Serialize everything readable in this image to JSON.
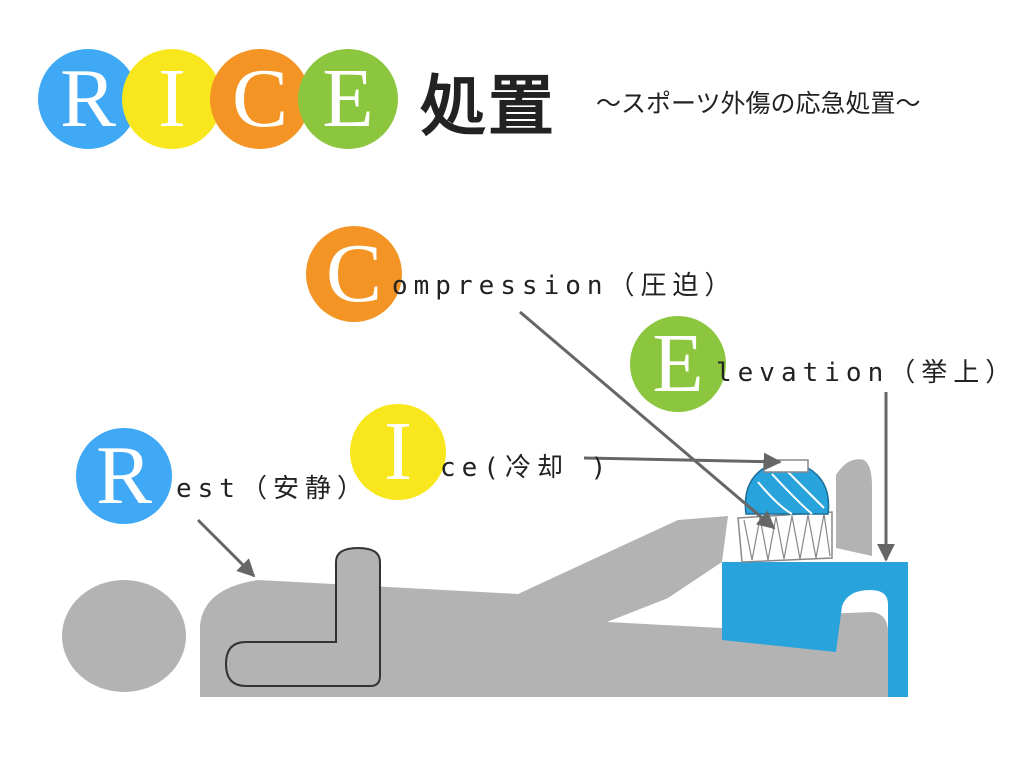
{
  "colors": {
    "blue": "#3fa9f5",
    "yellow": "#f8e71c",
    "orange": "#f39424",
    "green": "#8cc63f",
    "body_gray": "#b3b3b3",
    "support_blue": "#29a3dc",
    "arrow_gray": "#666666"
  },
  "title": {
    "letters": [
      "R",
      "I",
      "C",
      "E"
    ],
    "main": "処置",
    "subtitle": "～スポーツ外傷の応急処置～"
  },
  "annotations": {
    "rest": {
      "letter": "R",
      "text": "est（安静）"
    },
    "ice": {
      "letter": "I",
      "text": "ce(冷却 )"
    },
    "compression": {
      "letter": "C",
      "text": "ompression（圧迫）"
    },
    "elevation": {
      "letter": "E",
      "text": "levation（挙上）"
    }
  },
  "icons": [
    "person-figure-icon",
    "ice-pack-icon",
    "bandage-icon",
    "support-block-icon"
  ]
}
